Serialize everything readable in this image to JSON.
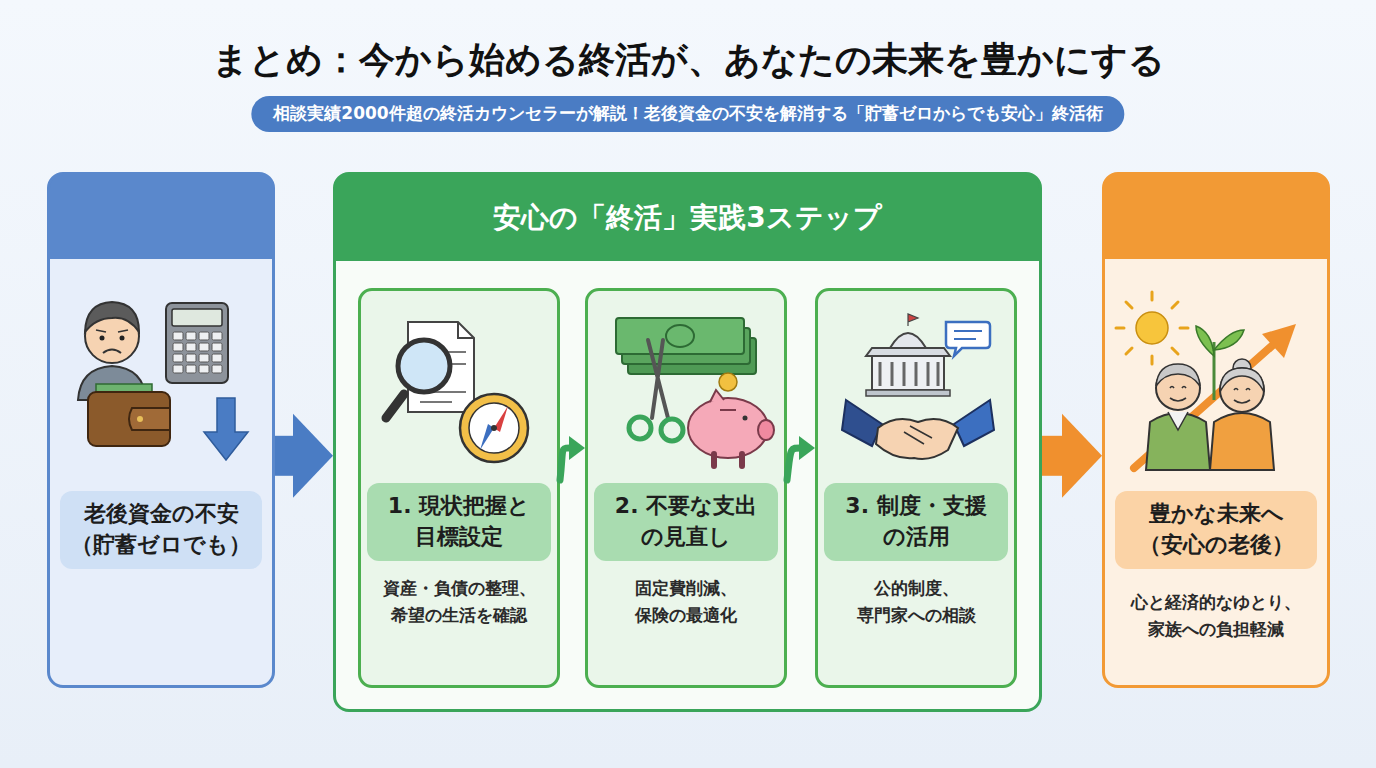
{
  "diagram": {
    "title": "まとめ：今から始める終活が、あなたの未来を豊かにする",
    "nodes": [
      {
        "text": [
          "相談実績2000件超の終活カウンセラーが解説！老後資金の不安を解消する「貯蓄ゼロからでも安心」終活術"
        ]
      },
      {
        "text": [
          "老後資金の不安 （貯蓄ゼロでも）"
        ]
      },
      {
        "text": [
          "安心の「終活」実践3ステップ"
        ]
      },
      {
        "text": [
          "1. 現状把握と 目標設定",
          "資産・負債の整理、 希望の生活を確認"
        ],
        "in": 2
      },
      {
        "text": [
          "2. 不要な支出 の見直し",
          "固定費削減、 保険の最適化"
        ],
        "in": 2
      },
      {
        "text": [
          "3. 制度・支援 の活用",
          "公的制度、 専門家への相談"
        ],
        "in": 2
      },
      {
        "text": [
          "豊かな未来へ （安心の老後）",
          "心と経済的なゆとり、 家族への負担軽減"
        ]
      }
    ],
    "edges": [
      {
        "from": 1,
        "to": 2,
        "arrow": "to"
      },
      {
        "from": 3,
        "to": 4,
        "arrow": "to"
      },
      {
        "from": 4,
        "to": 5,
        "arrow": "to"
      },
      {
        "from": 2,
        "to": 6,
        "arrow": "to"
      }
    ]
  }
}
